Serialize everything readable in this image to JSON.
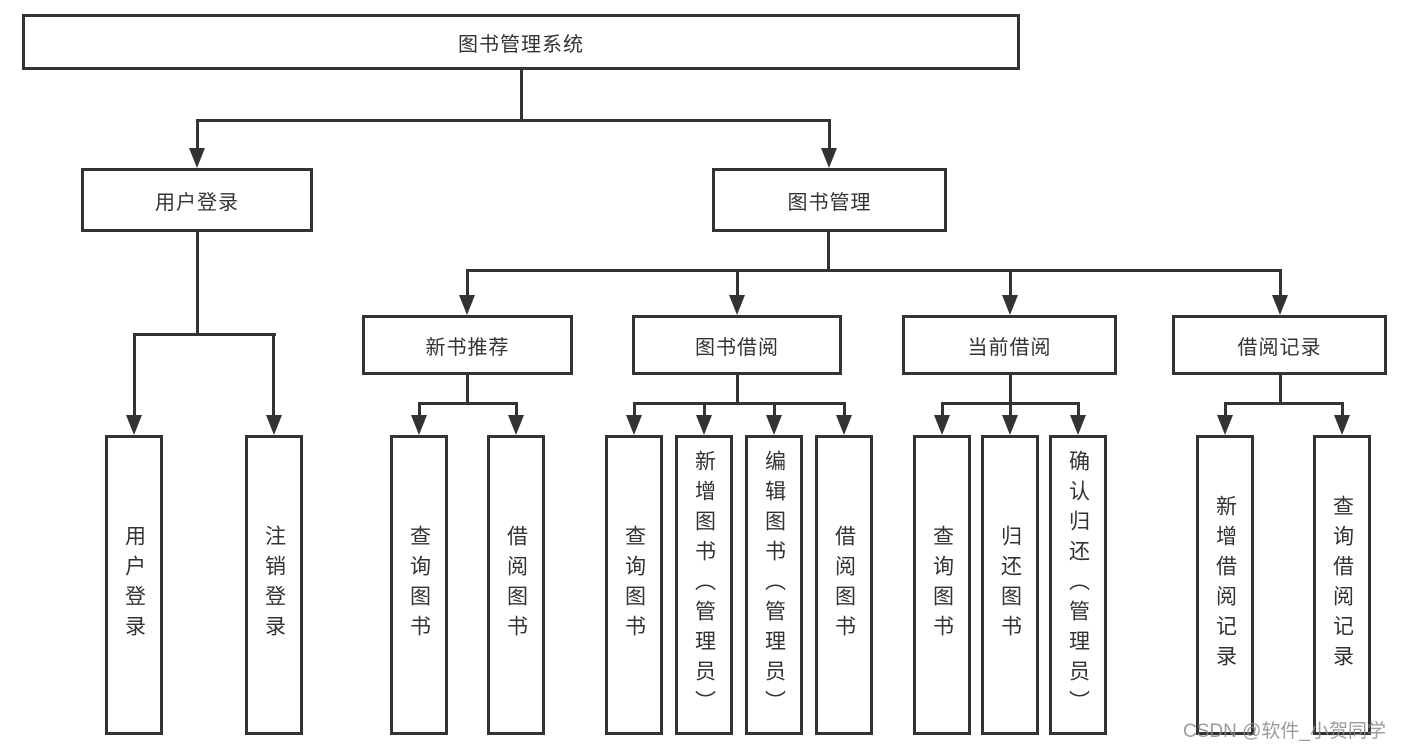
{
  "diagram": {
    "root": {
      "label": "图书管理系统"
    },
    "branches": [
      {
        "label": "用户登录",
        "children": [
          {
            "label": "用户登录"
          },
          {
            "label": "注销登录"
          }
        ]
      },
      {
        "label": "图书管理",
        "children": [
          {
            "label": "新书推荐",
            "children": [
              {
                "label": "查询图书"
              },
              {
                "label": "借阅图书"
              }
            ]
          },
          {
            "label": "图书借阅",
            "children": [
              {
                "label": "查询图书"
              },
              {
                "label": "新增图书（管理员）"
              },
              {
                "label": "编辑图书（管理员）"
              },
              {
                "label": "借阅图书"
              }
            ]
          },
          {
            "label": "当前借阅",
            "children": [
              {
                "label": "查询图书"
              },
              {
                "label": "归还图书"
              },
              {
                "label": "确认归还（管理员）"
              }
            ]
          },
          {
            "label": "借阅记录",
            "children": [
              {
                "label": "新增借阅记录"
              },
              {
                "label": "查询借阅记录"
              }
            ]
          }
        ]
      }
    ]
  },
  "colors": {
    "line": "#333333",
    "background": "#ffffff",
    "watermark_gray": "#8a8a8a"
  },
  "watermark": {
    "text": "CSDN @软件_小贺同学"
  }
}
